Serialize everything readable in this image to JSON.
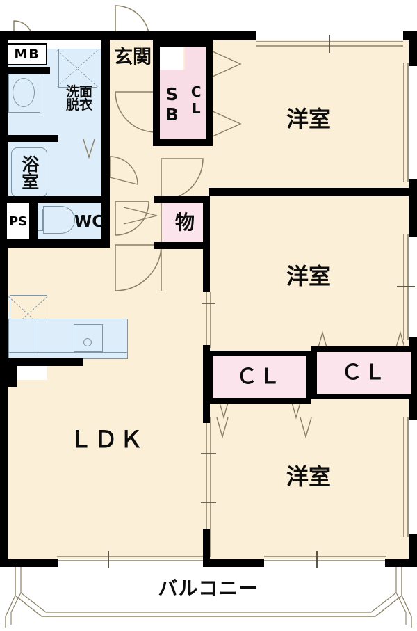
{
  "plan": {
    "type": "japanese-apartment-floor-plan",
    "layout_code": "3LDK",
    "colors": {
      "room_fill": "#fbefd7",
      "wet_fill": "#ddeefa",
      "closet_fill": "#f9dde6",
      "closet_fill_light": "#fbe4ec",
      "wall": "#000000",
      "thin_line": "#8a8165",
      "fixture_stroke": "#7e95a6",
      "background": "#ffffff"
    }
  },
  "rooms": {
    "bedroom_top": {
      "label": "洋室"
    },
    "bedroom_middle": {
      "label": "洋室"
    },
    "bedroom_bottom": {
      "label": "洋室"
    },
    "living_dining_kitchen": {
      "label": "ＬＤＫ"
    },
    "entrance": {
      "label": "玄関"
    },
    "bathroom": {
      "label": "浴室"
    },
    "washroom": {
      "label": "洗面\n脱衣"
    },
    "toilet": {
      "label": "WC"
    },
    "storage": {
      "label": "物"
    },
    "balcony": {
      "label": "バルコニー"
    }
  },
  "storages": {
    "shoe_box": {
      "label": "SB"
    },
    "closet_entrance": {
      "label": "CL"
    },
    "closet_left": {
      "label": "ＣＬ"
    },
    "closet_right": {
      "label": "ＣＬ"
    }
  },
  "utilities": {
    "meter_box": {
      "label": "MB"
    },
    "pipe_space": {
      "label": "PS"
    }
  }
}
